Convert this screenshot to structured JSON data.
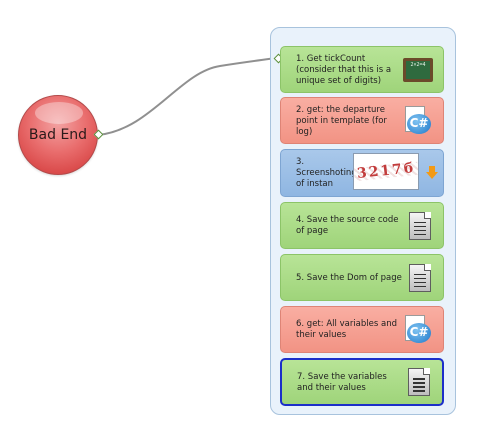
{
  "root_node": {
    "label": "Bad End"
  },
  "steps": [
    {
      "text": "1. Get tickCount (consider that this is a unique set of digits)",
      "color": "green",
      "icon": "chalkboard-icon",
      "icon_text": "2×2=4"
    },
    {
      "text": "2. get: the departure point in template (for log)",
      "color": "red",
      "icon": "csharp-icon",
      "icon_text": "C#"
    },
    {
      "text": "3. Screenshoting of instan",
      "color": "blue",
      "icon": "captcha-thumbnail",
      "thumbnail_text": "3217б"
    },
    {
      "text": "4. Save the source code of page",
      "color": "green",
      "icon": "document-icon"
    },
    {
      "text": "5. Save the Dom of page",
      "color": "green",
      "icon": "document-icon"
    },
    {
      "text": "6. get: All variables and their values",
      "color": "red",
      "icon": "csharp-icon",
      "icon_text": "C#"
    },
    {
      "text": "7. Save the variables and their values",
      "color": "green",
      "icon": "document-icon",
      "selected": true
    }
  ],
  "colors": {
    "green_block": "#a9dc85",
    "red_block": "#f59d8f",
    "blue_block": "#9bbfe6",
    "container_bg": "#e9f2fb",
    "selection_border": "#1c2fc9",
    "bad_end_node": "#e05a5a"
  }
}
